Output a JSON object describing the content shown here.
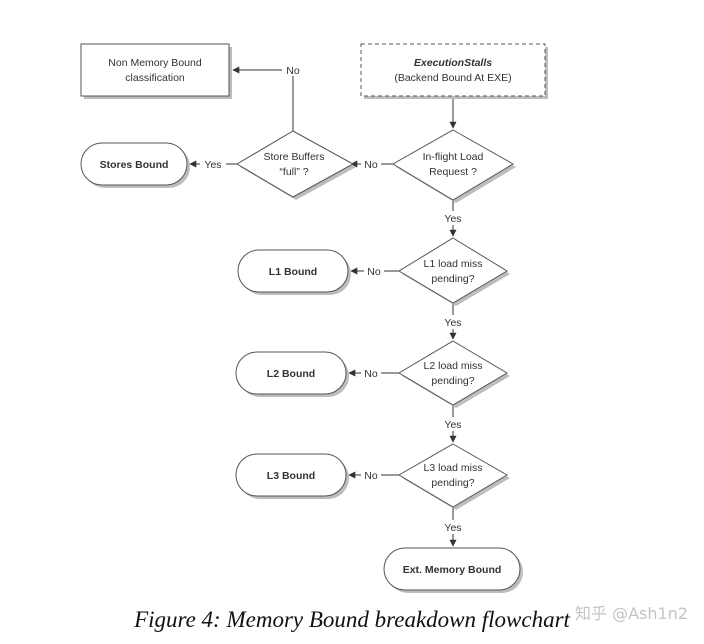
{
  "nodes": {
    "execution_stalls": {
      "title": "ExecutionStalls",
      "subtitle": "(Backend Bound At EXE)"
    },
    "non_memory_bound": {
      "line1": "Non Memory Bound",
      "line2": "classification"
    },
    "inflight_load": {
      "line1": "In-flight Load",
      "line2": "Request ?"
    },
    "store_buffers": {
      "line1": "Store Buffers",
      "line2": "“full” ?"
    },
    "stores_bound": {
      "label": "Stores Bound"
    },
    "l1_miss": {
      "line1": "L1 load miss",
      "line2": "pending?"
    },
    "l1_bound": {
      "label": "L1 Bound"
    },
    "l2_miss": {
      "line1": "L2 load miss",
      "line2": "pending?"
    },
    "l2_bound": {
      "label": "L2 Bound"
    },
    "l3_miss": {
      "line1": "L3 load miss",
      "line2": "pending?"
    },
    "l3_bound": {
      "label": "L3 Bound"
    },
    "ext_memory": {
      "label": "Ext. Memory Bound"
    }
  },
  "edges": {
    "sb_to_nonmem": "No",
    "inflight_to_sb": "No",
    "sb_to_stores": "Yes",
    "inflight_to_l1": "Yes",
    "l1_to_l1bound": "No",
    "l1_to_l2": "Yes",
    "l2_to_l2bound": "No",
    "l2_to_l3": "Yes",
    "l3_to_l3bound": "No",
    "l3_to_ext": "Yes"
  },
  "caption": "Figure 4: Memory Bound breakdown flowchart",
  "watermark": "知乎 @Ash1n2"
}
